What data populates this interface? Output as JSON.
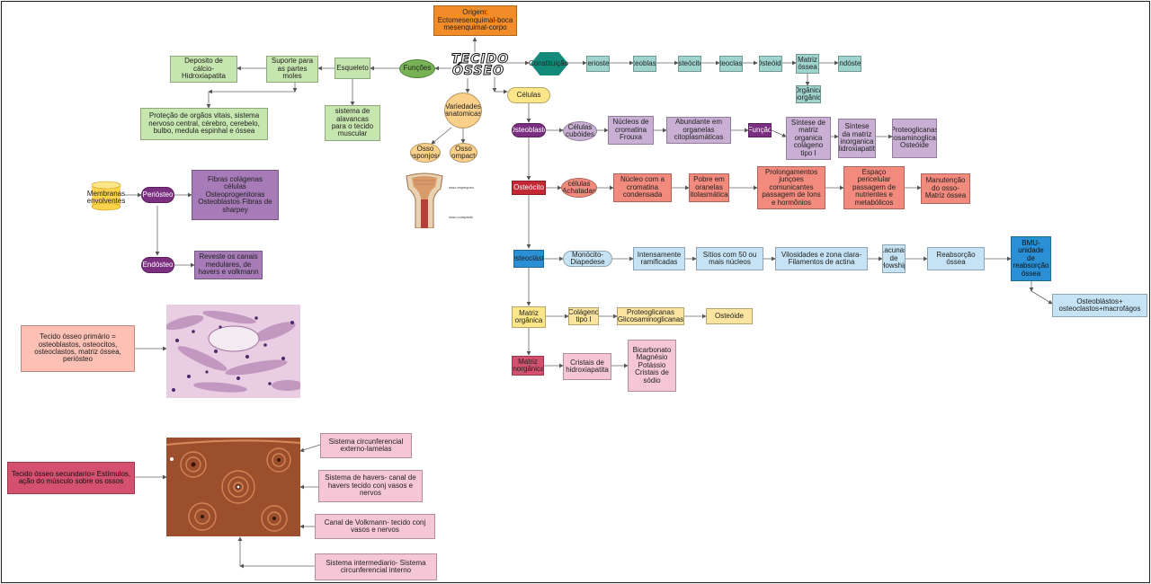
{
  "title": "TECIDO\nÓSSEO",
  "nodes": {
    "origem": "Origem:\nEctomesenquimal-boca\nmesenquimal-corpo",
    "funcoes": "Funções",
    "esqueleto": "Esqueleto",
    "suporte": "Suporte para\nas partes\nmoles",
    "deposito": "Deposito de\ncálcio-Hidroxiapatita",
    "protecao": "Proteção de orgãos vitais, sistema\nnervoso central, cérebro, cerebelo,\nbulbo, medula espinhal e óssea",
    "alavancas": "sistema de\nalavancas\npara o tecido\nmuscular",
    "variedades": "Variedades\nanatomicas",
    "esponjoso": "Osso\nesponjoso",
    "compacto": "Osso\ncompacto",
    "bone_esponjoso": "osso esponjoso",
    "bone_compacto": "osso compacto",
    "celulas": "Células",
    "constituicao": "Constituição",
    "periosteo": "Periosteo",
    "osteoblastos": "Osteoblastos",
    "osteocitos": "Osteócitos",
    "osteoclastos": "Osteoclastos",
    "osteoide": "Osteóide",
    "matriz_ossea": "Matriz\nóssea",
    "endosteo": "Endósteo",
    "organica_inorganica": "Orgânica\nInorgânica",
    "osteoblasto": "Osteoblasto",
    "cel_cuboides": "Células\ncubóides",
    "nucleos_frouxa": "Núcleos de\ncromatina\nFrouxa",
    "abundante": "Abundante em\norganelas\ncitoplasmáticas",
    "funcao": "Função",
    "sintese_organica": "Síntese de\nmatriz\norganica\ncolágeno\ntipo I",
    "sintese_inorganica": "Síntese\nda matriz\ninorganica\nHidroxiapatita",
    "proteoglicanas1": "Proteoglicanas\nGlicosaminoglicanas\nOsteóide",
    "osteocito": "Osteócito",
    "cel_achatadas": "células\nAchatadas",
    "nucleo_condensada": "Núcleo com a\ncromatina\ncondensada",
    "pobre": "Pobre em\noranelas\ncitolasmáticas",
    "prolongamentos": "Prolongamentos\njunçoes\ncomunicantes\npassagem de Ions\ne hormônios",
    "espaco": "Espaço\npericelular\npassagem de\nnutrientes e\nmetabólicos",
    "manutencao": "Manutenção\ndo osso-\nMatriz óssea",
    "osteoclasto": "Osteoclásto",
    "monocito": "Monócito-Diapedese",
    "ramificadas": "Intensamente\nramificadas",
    "sitios": "Sítios com 50 ou\nmais núcleos",
    "vilosidades": "Vilosidades e zona clara-\nFilamentos de actina",
    "lacunas": "Lacunas\nde\nHowship",
    "reabsorcao": "Reabsorção\nóssea",
    "bmu": "BMU-\nunidade\nde\nreabsorção\nóssea",
    "osteo_macro": "Osteoblástos+\nosteoclastos+macrofágos",
    "matriz_organica": "Matriz\norgânica",
    "colageno": "Colágeno\ntipo I",
    "proteoglicanas2": "Proteoglicanas\nGlicosaminoglicanas",
    "osteoide2": "Osteóide",
    "matriz_inorganica": "Matriz\ninorgânica",
    "cristais": "Cristais de\nhidroxiapatita",
    "bicarbonato": "Bicarbonato\nMagnésio\nPotássio\nCristais de\nsódio",
    "membranas": "Membranas\nenvolventes",
    "periosteo2": "Periósteo",
    "fibras": "Fibras colágenas\ncélulas\nOsteoprogenitoras\nOsteoblastos Fibras de\nsharpey",
    "endosteo2": "Endósteo",
    "reveste": "Reveste os canais\nmedulares, de\nhavers e volkmann",
    "primario": "Tecido ósseo primário =\nosteoblastos, osteocitos,\nosteoclastos, matriz óssea,\nperiósteo",
    "secundario": "Tecido ósseo secundario= Estímulos,\nação do músculo sobre os ossos",
    "circ_externo": "Sistema circunferencial\nexterno-lamelas",
    "havers": "Sistema de havers- canal de\nhavers tecido conj vasos e\nnervos",
    "volkmann": "Canal de Volkmann- tecido conj\nvasos e nervos",
    "intermediario": "Sistema intermediario- Sistema\ncircunferencial interno"
  },
  "colors": {
    "orange": "#f28c28",
    "green_light": "#c6e6b0",
    "green_dark": "#77b255",
    "teal": "#9fd3cd",
    "teal_dark": "#138b7a",
    "yellow": "#fde68a",
    "yellow_box": "#fbe4a0",
    "purple_light": "#c9afd4",
    "purple_dark": "#7b2f80",
    "red_box": "#f28b7d",
    "red_dark": "#c12a35",
    "blue_light": "#c5e3f4",
    "blue_dark": "#2a8fd4",
    "pink_light": "#f5c6d6",
    "pink_dark": "#d4506f",
    "salmon": "#fcc0b4",
    "mauve": "#a67bb8"
  }
}
